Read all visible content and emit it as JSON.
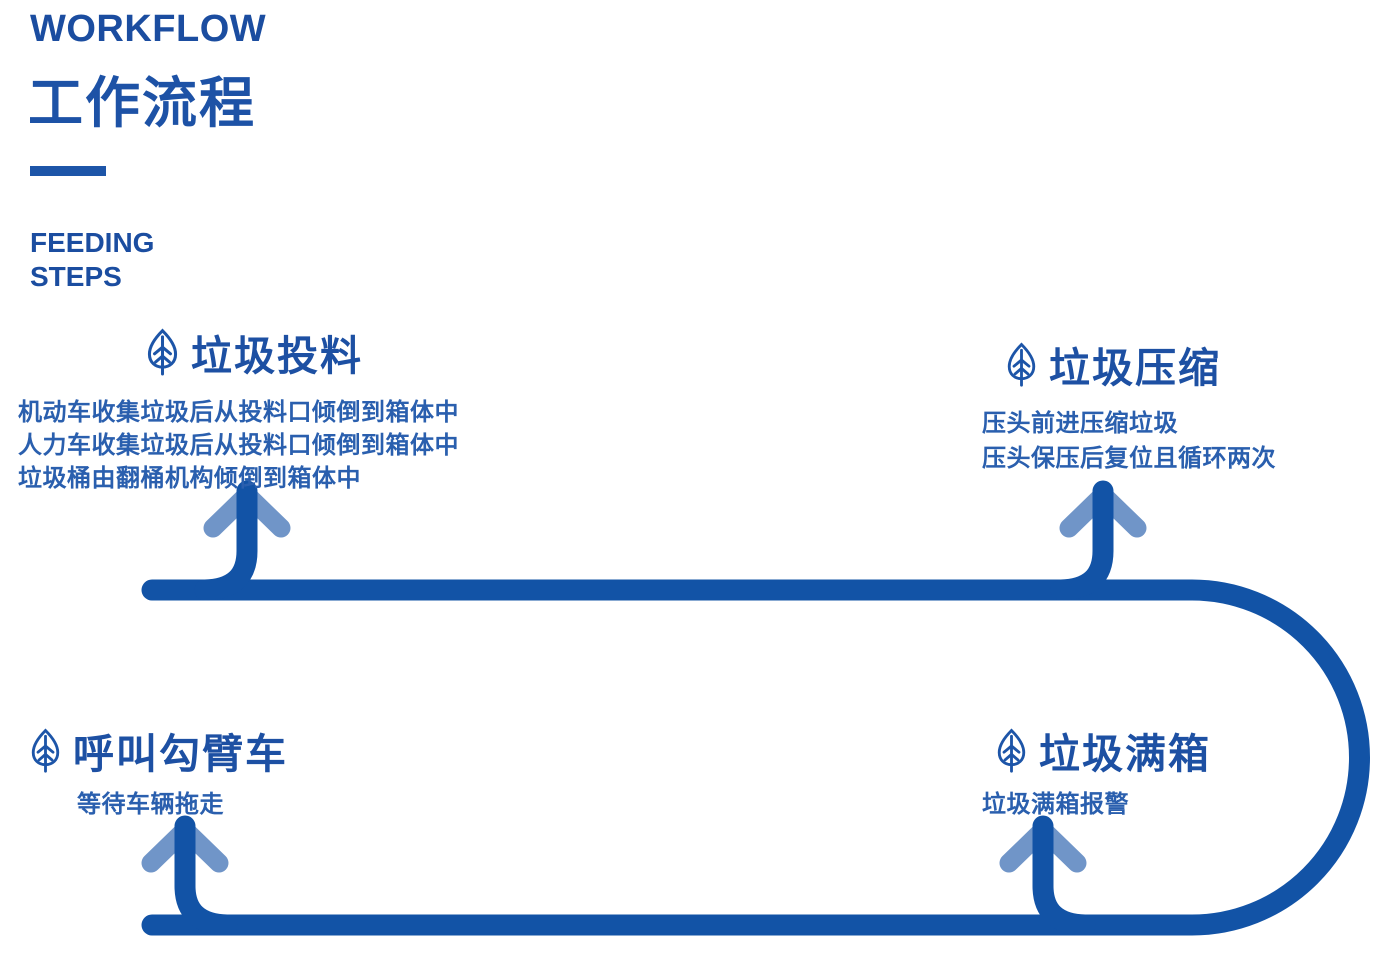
{
  "header": {
    "title_en": "WORKFLOW",
    "title_zh": "工作流程",
    "subtitle_line1": "FEEDING",
    "subtitle_line2": "STEPS"
  },
  "steps": [
    {
      "id": "garbage-feeding",
      "title": "垃圾投料",
      "lines": [
        "机动车收集垃圾后从投料口倾倒到箱体中",
        "人力车收集垃圾后从投料口倾倒到箱体中",
        "垃圾桶由翻桶机构倾倒到箱体中"
      ]
    },
    {
      "id": "garbage-compression",
      "title": "垃圾压缩",
      "lines": [
        "压头前进压缩垃圾",
        "压头保压后复位且循环两次"
      ]
    },
    {
      "id": "garbage-full",
      "title": "垃圾满箱",
      "lines": [
        "垃圾满箱报警"
      ]
    },
    {
      "id": "call-hook-truck",
      "title": "呼叫勾臂车",
      "lines": [
        "等待车辆拖走"
      ]
    }
  ],
  "icons": {
    "step_icon": "leaf-icon"
  },
  "colors": {
    "flow_line": "#1253a6",
    "arrowhead": "#7095c8",
    "heading_text": "#1b4da0",
    "title_zh_text": "#1d52a6",
    "step_title_text": "#1d50a3",
    "body_text": "#2a5fae",
    "background": "#ffffff"
  }
}
